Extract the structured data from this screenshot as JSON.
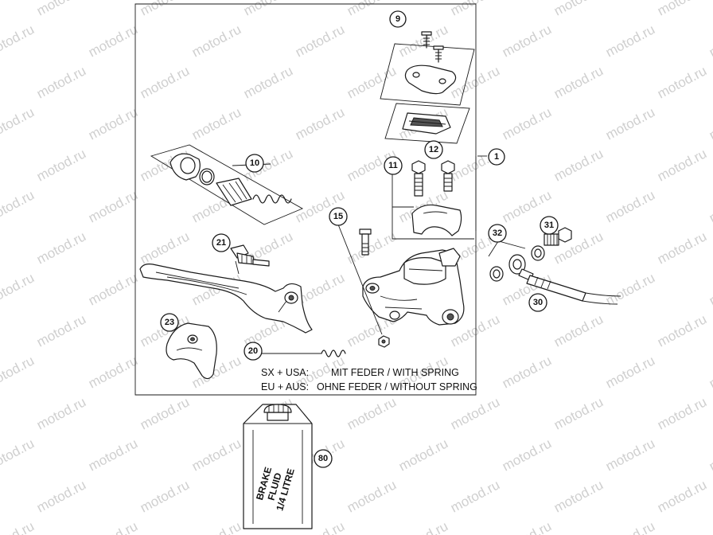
{
  "watermark": {
    "text": "motod.ru"
  },
  "callouts": [
    {
      "id": "c9",
      "label": "9"
    },
    {
      "id": "c1",
      "label": "1"
    },
    {
      "id": "c10",
      "label": "10"
    },
    {
      "id": "c11",
      "label": "11"
    },
    {
      "id": "c12",
      "label": "12"
    },
    {
      "id": "c15",
      "label": "15"
    },
    {
      "id": "c21",
      "label": "21"
    },
    {
      "id": "c31",
      "label": "31"
    },
    {
      "id": "c32",
      "label": "32"
    },
    {
      "id": "c30",
      "label": "30"
    },
    {
      "id": "c23",
      "label": "23"
    },
    {
      "id": "c20",
      "label": "20"
    },
    {
      "id": "c80",
      "label": "80"
    }
  ],
  "notes": {
    "line1_key": "SX + USA:",
    "line1_value": "MIT FEDER / WITH SPRING",
    "line2_key": "EU + AUS:",
    "line2_value": "OHNE FEDER / WITHOUT SPRING"
  },
  "can": {
    "line1": "BRAKE",
    "line2": "FLUID",
    "line3": "1/4 LITRE"
  }
}
